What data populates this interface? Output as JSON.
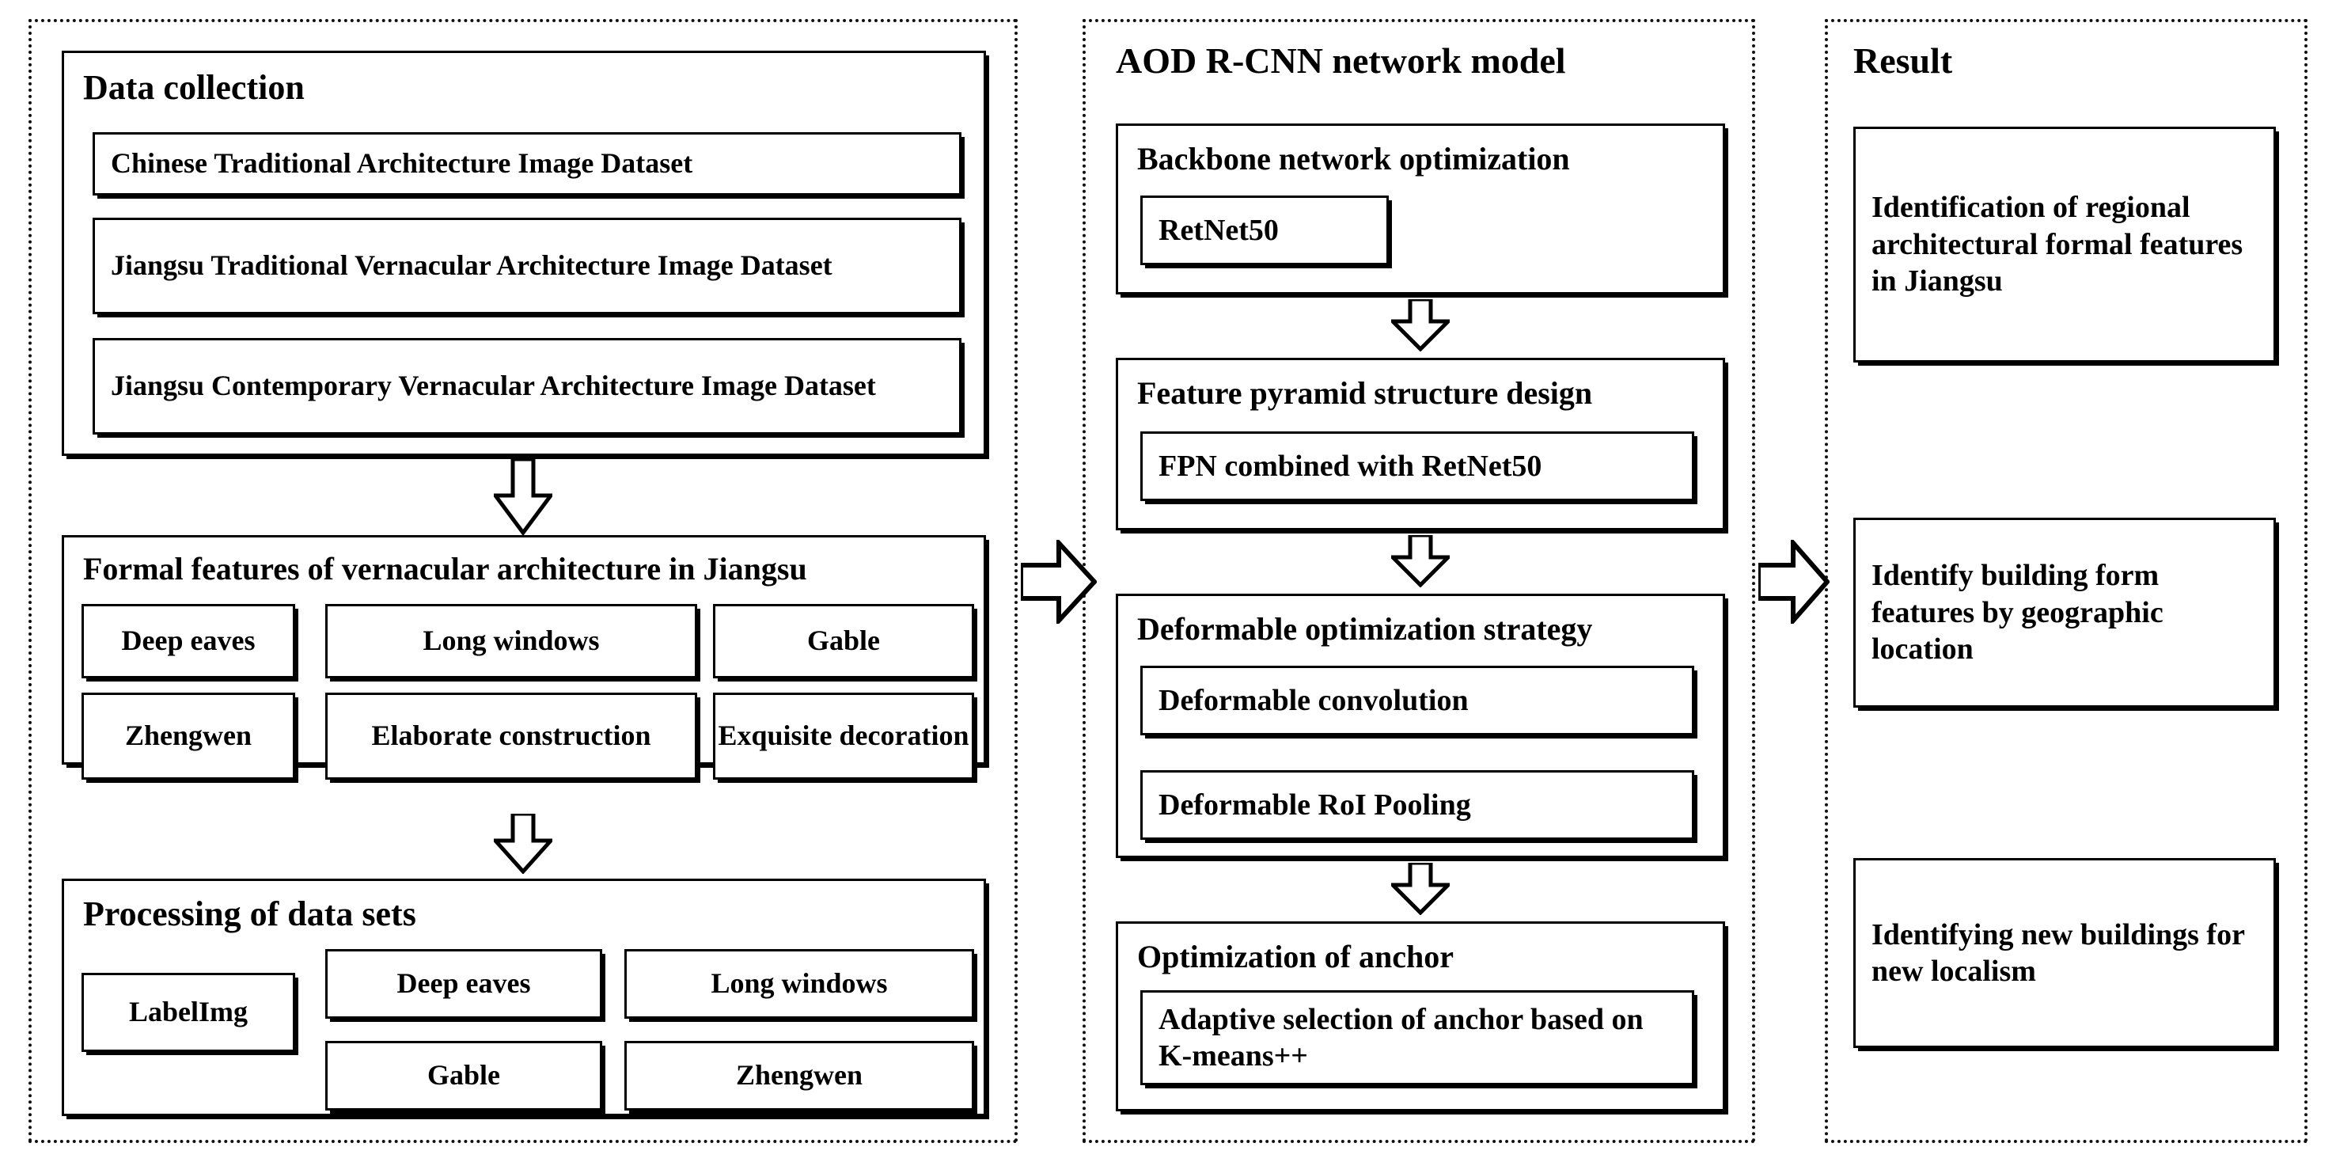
{
  "columns": {
    "data_collection": {
      "group1_title": "Data collection",
      "datasets": [
        "Chinese Traditional Architecture Image Dataset",
        "Jiangsu Traditional Vernacular Architecture Image Dataset",
        "Jiangsu Contemporary Vernacular Architecture Image Dataset"
      ],
      "group2_title": "Formal features of vernacular architecture in Jiangsu",
      "features": [
        "Deep eaves",
        "Long windows",
        "Gable",
        "Zhengwen",
        "Elaborate construction",
        "Exquisite decoration"
      ],
      "group3_title": "Processing of data sets",
      "tool": "LabelImg",
      "processed_classes": [
        "Deep eaves",
        "Long windows",
        "Gable",
        "Zhengwen"
      ]
    },
    "model": {
      "title": "AOD R-CNN network model",
      "stages": [
        {
          "title": "Backbone network optimization",
          "items": [
            "RetNet50"
          ]
        },
        {
          "title": "Feature pyramid structure design",
          "items": [
            "FPN combined with RetNet50"
          ]
        },
        {
          "title": "Deformable optimization strategy",
          "items": [
            "Deformable convolution",
            "Deformable RoI Pooling"
          ]
        },
        {
          "title": "Optimization of anchor",
          "items": [
            "Adaptive selection of anchor based on K-means++"
          ]
        }
      ]
    },
    "result": {
      "title": "Result",
      "outcomes": [
        "Identification of regional architectural formal features in Jiangsu",
        "Identify building form features by geographic location",
        "Identifying new buildings for new localism"
      ]
    }
  },
  "arrows": {
    "down_label": "flow-down",
    "right_label": "flow-right"
  },
  "colors": {
    "stroke": "#000000",
    "background": "#ffffff"
  }
}
